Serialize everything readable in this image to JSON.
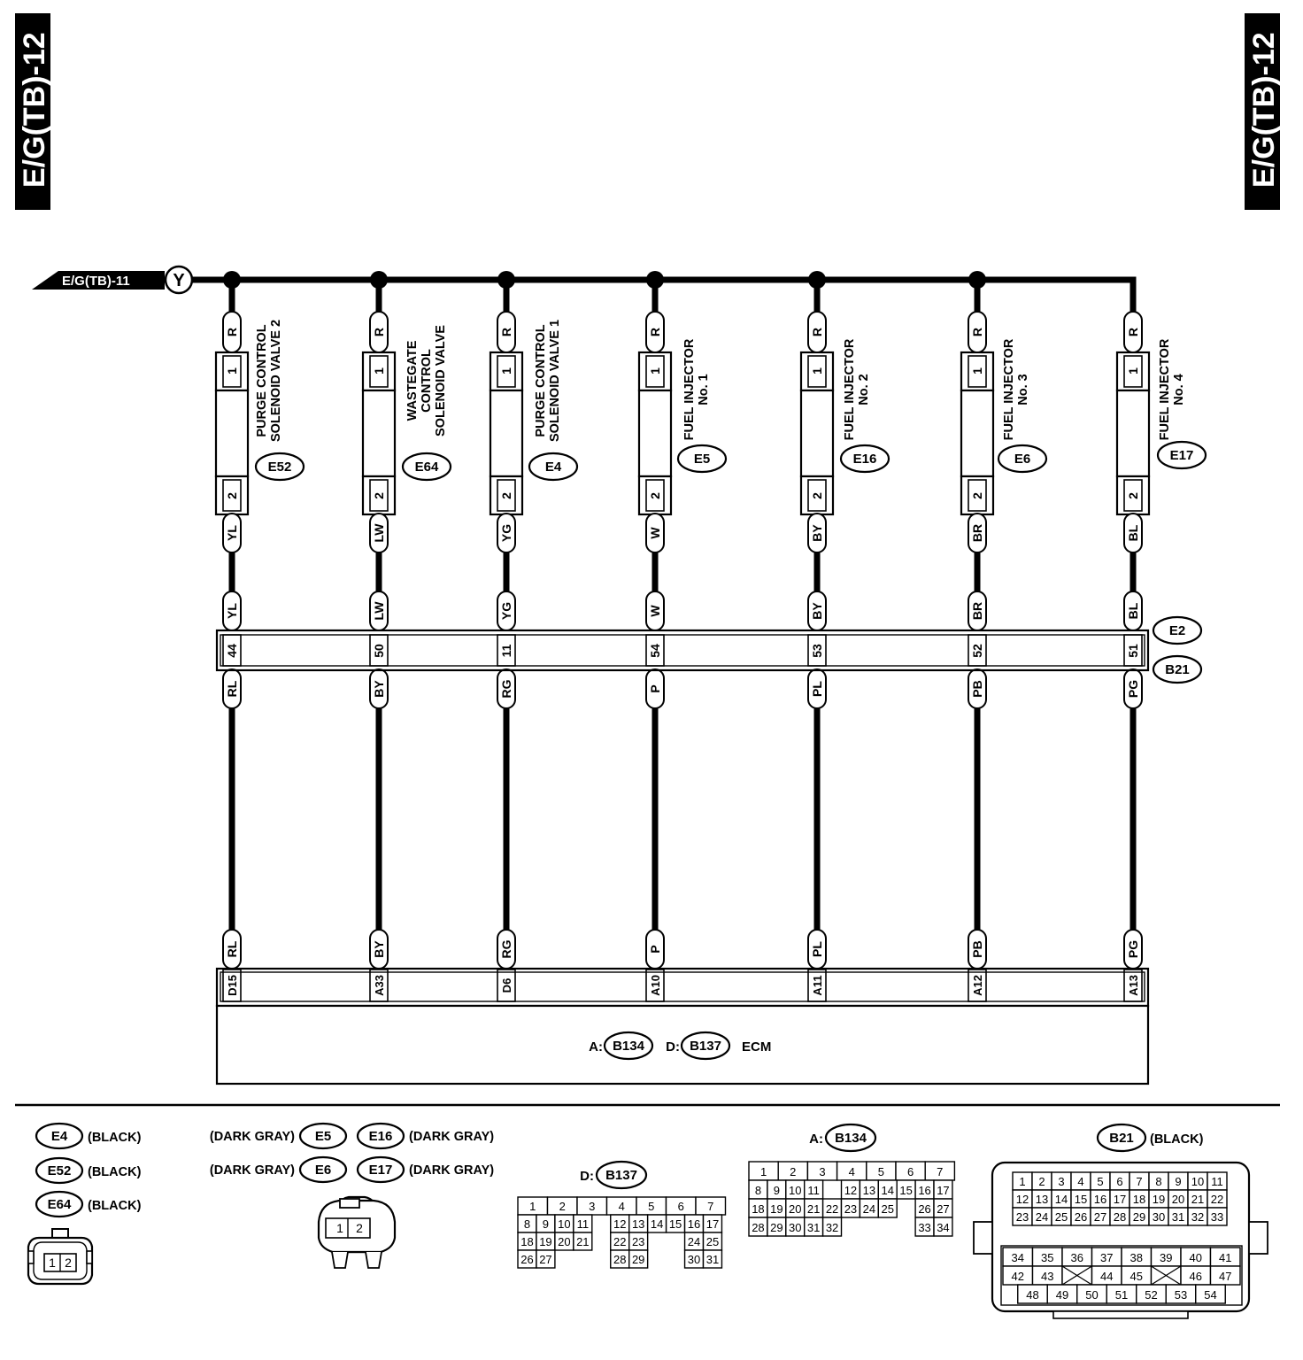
{
  "page_tag_left": "E/G(TB)-12",
  "page_tag_right": "E/G(TB)-12",
  "bus": {
    "from_ref": "E/G(TB)-11",
    "symbol": "Y"
  },
  "branches": [
    {
      "id": "e52",
      "top_pin_wire": "R",
      "top_pin": "1",
      "bottom_pin": "2",
      "wire_top": "YL",
      "e2_pin": "44",
      "wire_bottom": "RL",
      "ecm_wire": "RL",
      "ecm_pin": "D15",
      "name_lines": [
        "PURGE CONTROL",
        "SOLENOID VALVE 2"
      ],
      "connector": "E52"
    },
    {
      "id": "e64",
      "top_pin_wire": "R",
      "top_pin": "1",
      "bottom_pin": "2",
      "wire_top": "LW",
      "e2_pin": "50",
      "wire_bottom": "BY",
      "ecm_wire": "BY",
      "ecm_pin": "A33",
      "name_lines": [
        "WASTEGATE",
        "CONTROL",
        "SOLENOID VALVE"
      ],
      "connector": "E64"
    },
    {
      "id": "e4",
      "top_pin_wire": "R",
      "top_pin": "1",
      "bottom_pin": "2",
      "wire_top": "YG",
      "e2_pin": "11",
      "wire_bottom": "RG",
      "ecm_wire": "RG",
      "ecm_pin": "D6",
      "name_lines": [
        "PURGE CONTROL",
        "SOLENOID VALVE 1"
      ],
      "connector": "E4"
    },
    {
      "id": "e5",
      "top_pin_wire": "R",
      "top_pin": "1",
      "bottom_pin": "2",
      "wire_top": "W",
      "e2_pin": "54",
      "wire_bottom": "P",
      "ecm_wire": "P",
      "ecm_pin": "A10",
      "name_lines": [
        "FUEL INJECTOR",
        "No. 1"
      ],
      "connector": "E5"
    },
    {
      "id": "e16",
      "top_pin_wire": "R",
      "top_pin": "1",
      "bottom_pin": "2",
      "wire_top": "BY",
      "e2_pin": "53",
      "wire_bottom": "PL",
      "ecm_wire": "PL",
      "ecm_pin": "A11",
      "name_lines": [
        "FUEL INJECTOR",
        "No. 2"
      ],
      "connector": "E16"
    },
    {
      "id": "e6",
      "top_pin_wire": "R",
      "top_pin": "1",
      "bottom_pin": "2",
      "wire_top": "BR",
      "e2_pin": "52",
      "wire_bottom": "PB",
      "ecm_wire": "PB",
      "ecm_pin": "A12",
      "name_lines": [
        "FUEL INJECTOR",
        "No. 3"
      ],
      "connector": "E6"
    },
    {
      "id": "e17",
      "top_pin_wire": "R",
      "top_pin": "1",
      "bottom_pin": "2",
      "wire_top": "BL",
      "e2_pin": "51",
      "wire_bottom": "PG",
      "ecm_wire": "PG",
      "ecm_pin": "A13",
      "name_lines": [
        "FUEL INJECTOR",
        "No. 4"
      ],
      "connector": "E17"
    }
  ],
  "junction": {
    "upper": "E2",
    "lower": "B21"
  },
  "ecm": {
    "prefix_a": "A:",
    "conn_a": "B134",
    "prefix_d": "D:",
    "conn_d": "B137",
    "name": "ECM"
  },
  "legend": {
    "black_group": [
      {
        "conn": "E4",
        "color": "(BLACK)"
      },
      {
        "conn": "E52",
        "color": "(BLACK)"
      },
      {
        "conn": "E64",
        "color": "(BLACK)"
      }
    ],
    "gray_group": [
      {
        "color": "(DARK GRAY)",
        "conn": "E5"
      },
      {
        "color": "(DARK GRAY)",
        "conn": "E6"
      },
      {
        "conn": "E16",
        "color": "(DARK GRAY)"
      },
      {
        "conn": "E17",
        "color": "(DARK GRAY)"
      }
    ],
    "two_pin": [
      "1",
      "2"
    ],
    "d_b137": {
      "prefix": "D:",
      "conn": "B137",
      "rows": [
        [
          "1",
          "2",
          "3",
          "4",
          "5",
          "6",
          "7"
        ],
        [
          "8",
          "9",
          "10",
          "11",
          "12",
          "13",
          "14",
          "15",
          "16",
          "17"
        ],
        [
          "18",
          "19",
          "20",
          "21",
          "22",
          "23",
          "24",
          "25"
        ],
        [
          "26",
          "27",
          "28",
          "29",
          "30",
          "31"
        ]
      ]
    },
    "a_b134": {
      "prefix": "A:",
      "conn": "B134",
      "rows": [
        [
          "1",
          "2",
          "3",
          "4",
          "5",
          "6",
          "7"
        ],
        [
          "8",
          "9",
          "10",
          "11",
          "12",
          "13",
          "14",
          "15",
          "16",
          "17"
        ],
        [
          "18",
          "19",
          "20",
          "21",
          "22",
          "23",
          "24",
          "25",
          "26",
          "27"
        ],
        [
          "28",
          "29",
          "30",
          "31",
          "32",
          "33",
          "34"
        ]
      ]
    },
    "b21": {
      "conn": "B21",
      "color": "(BLACK)",
      "rows": [
        [
          "1",
          "2",
          "3",
          "4",
          "5",
          "6",
          "7",
          "8",
          "9",
          "10",
          "11"
        ],
        [
          "12",
          "13",
          "14",
          "15",
          "16",
          "17",
          "18",
          "19",
          "20",
          "21",
          "22"
        ],
        [
          "23",
          "24",
          "25",
          "26",
          "27",
          "28",
          "29",
          "30",
          "31",
          "32",
          "33"
        ],
        [
          "34",
          "35",
          "36",
          "37",
          "38",
          "39",
          "40",
          "41"
        ],
        [
          "42",
          "43",
          "44",
          "45",
          "46",
          "47"
        ],
        [
          "48",
          "49",
          "50",
          "51",
          "52",
          "53",
          "54"
        ]
      ]
    }
  }
}
